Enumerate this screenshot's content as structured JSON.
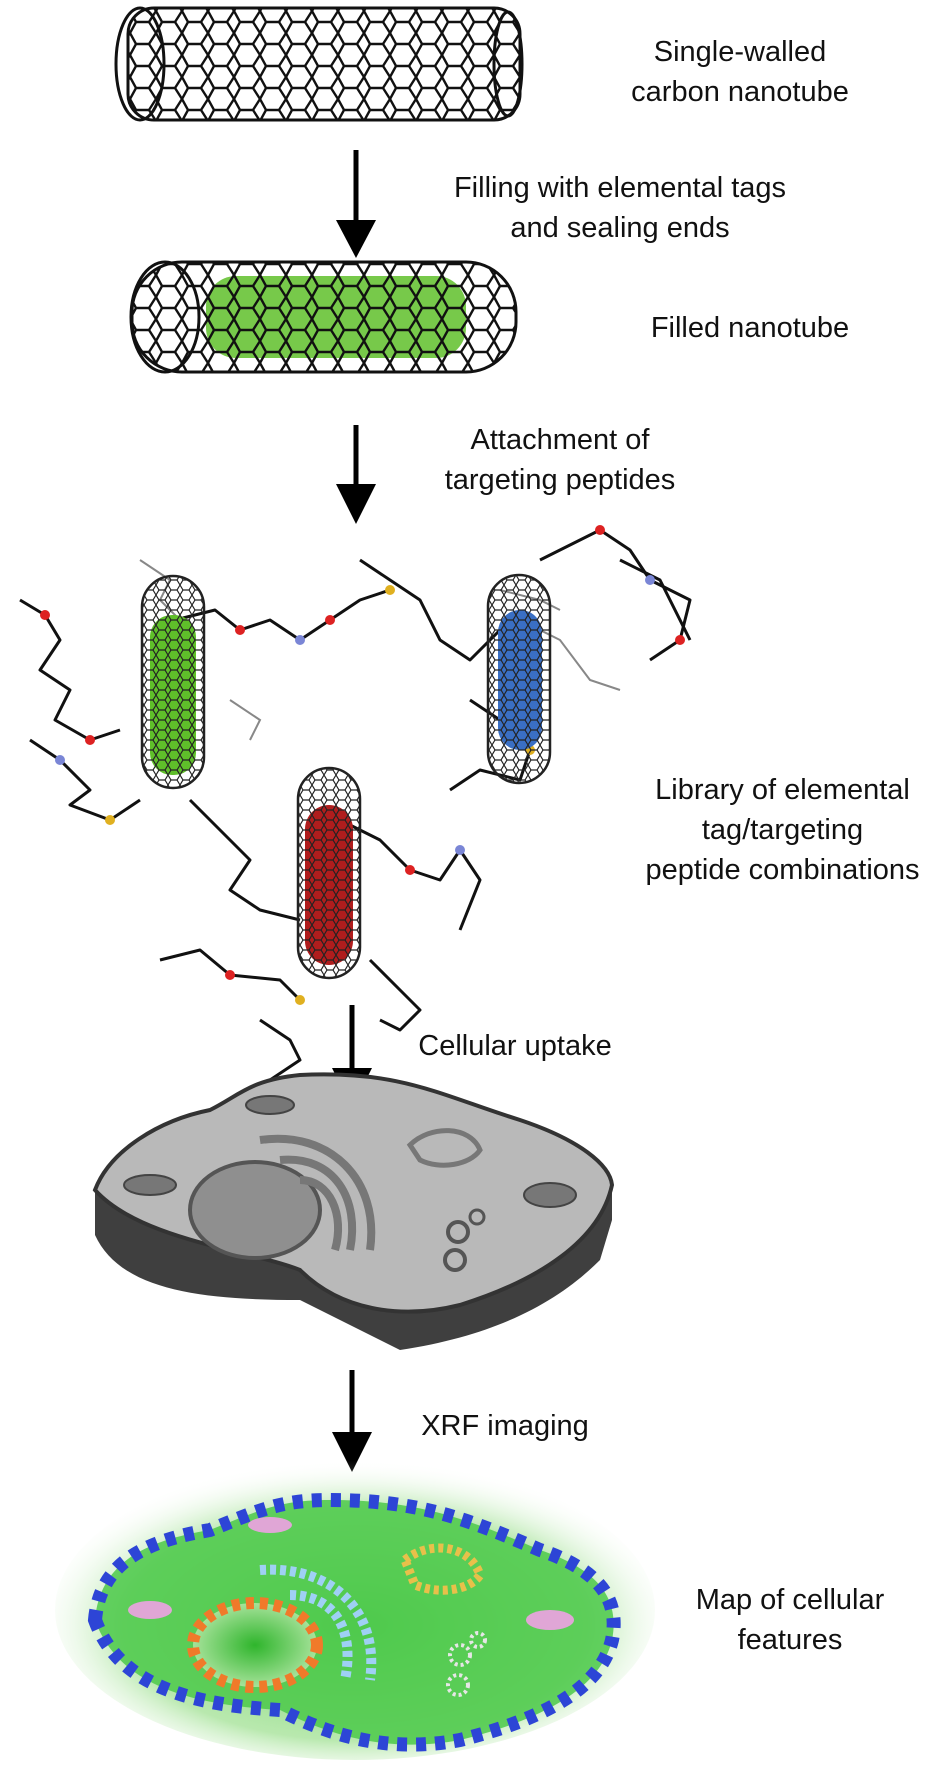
{
  "steps": {
    "nanotube_label": "Single-walled\ncarbon nanotube",
    "filling_label": "Filling with elemental tags\nand sealing ends",
    "filled_label": "Filled nanotube",
    "attachment_label": "Attachment of\ntargeting peptides",
    "library_label": "Library of elemental\ntag/targeting\npeptide combinations",
    "uptake_label": "Cellular uptake",
    "xrf_label": "XRF imaging",
    "map_label": "Map of cellular\nfeatures"
  },
  "colors": {
    "tag_green": "#5fbf2a",
    "tag_blue": "#3a6fc4",
    "tag_red": "#b01d1d",
    "cell_gray": "#b9b9b9",
    "map_blue": "#2d45d6",
    "map_green": "#4cc94a"
  }
}
